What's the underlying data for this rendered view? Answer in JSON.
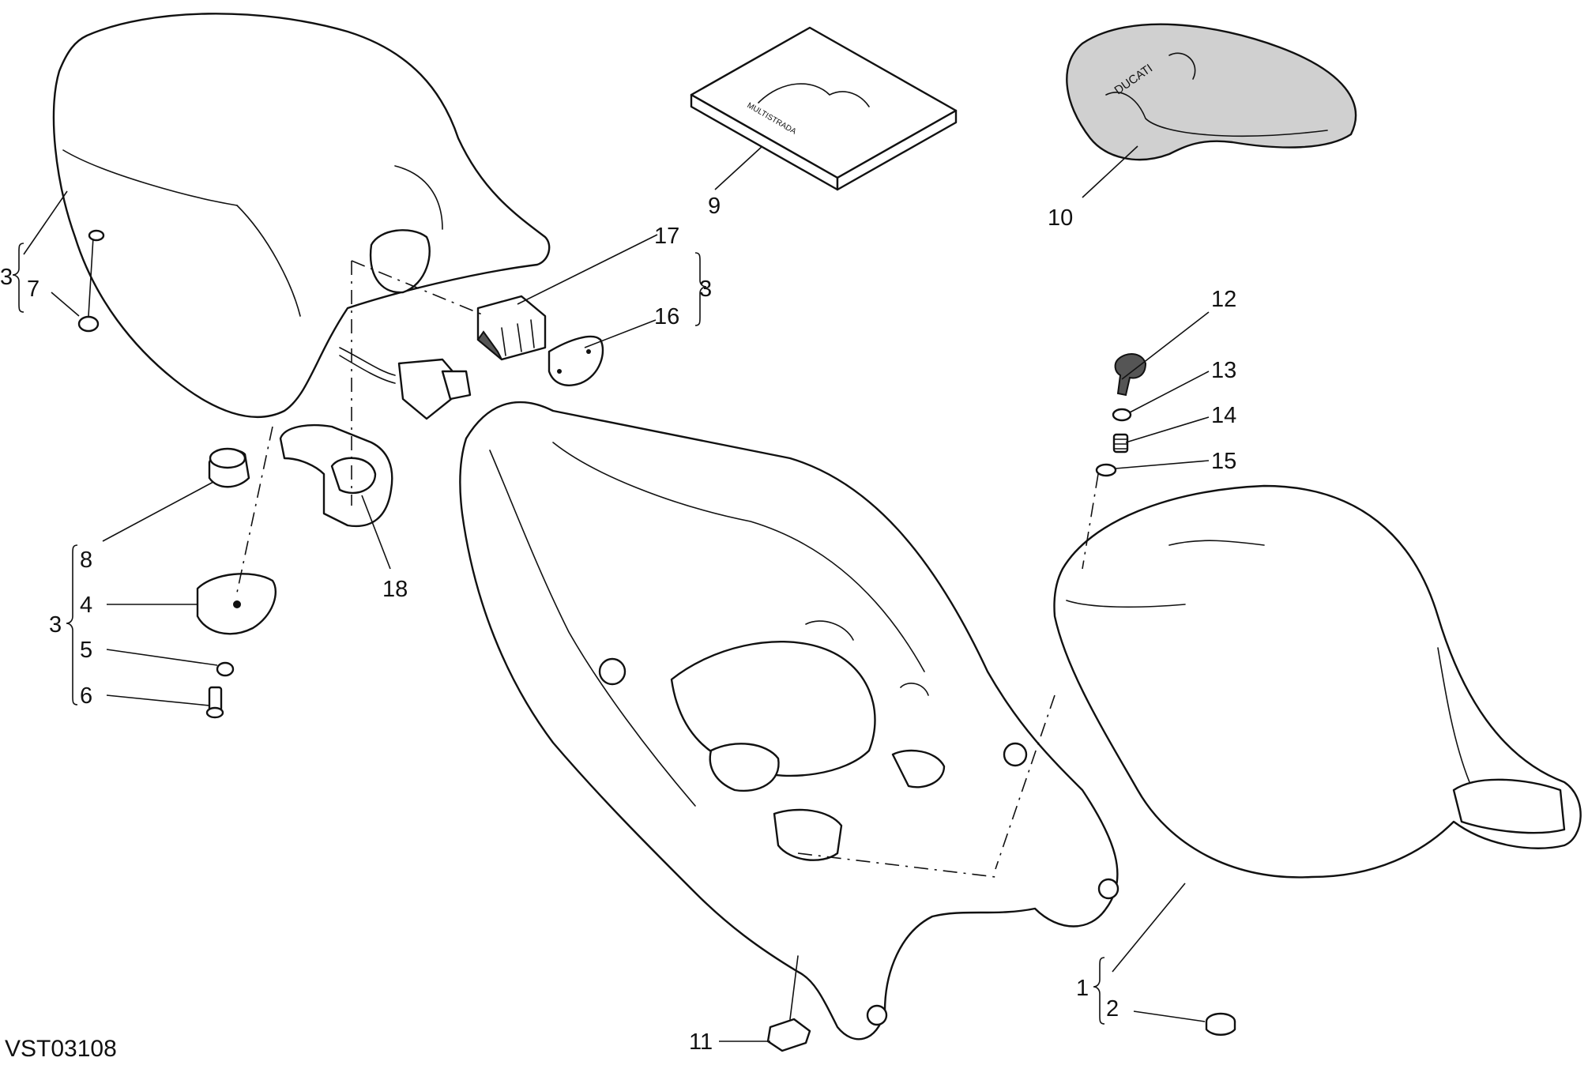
{
  "drawing_code": "VST03108",
  "labels": {
    "l1": "1",
    "l2": "2",
    "l3a": "3",
    "l3b": "3",
    "l3c": "3",
    "l4": "4",
    "l5": "5",
    "l6": "6",
    "l7": "7",
    "l8": "8",
    "l9": "9",
    "l10": "10",
    "l11": "11",
    "l12": "12",
    "l13": "13",
    "l14": "14",
    "l15": "15",
    "l16": "16",
    "l17": "17",
    "l18": "18"
  },
  "manual_cover_text": "MULTISTRADA",
  "seat_cover_logo_text": "DUCATI",
  "colors": {
    "line": "#111111",
    "paper": "#ffffff",
    "cover_fill": "#d0d0d0"
  }
}
